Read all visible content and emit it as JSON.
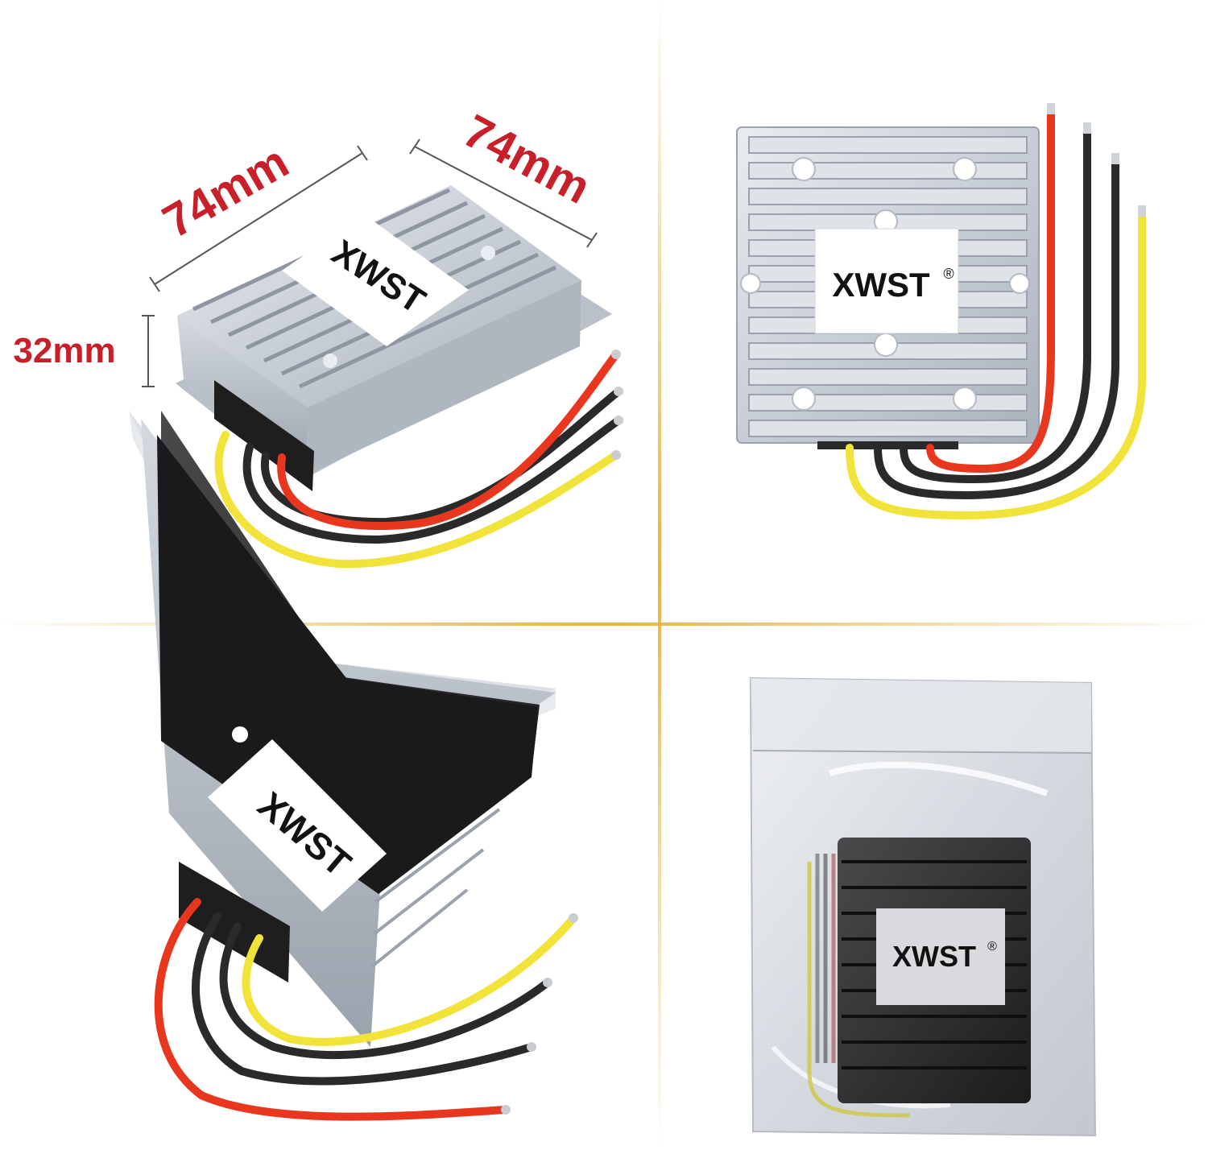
{
  "brand": {
    "label_text": "XWST",
    "registered_mark": "®"
  },
  "dimensions": {
    "length": "74mm",
    "width": "74mm",
    "height": "32mm"
  },
  "panels": [
    {
      "view": "angled view with dimensions",
      "finish": "silver aluminium"
    },
    {
      "view": "top view",
      "finish": "silver aluminium"
    },
    {
      "view": "bottom view",
      "finish": "black potted base"
    },
    {
      "view": "packaged in bag",
      "finish": "black aluminium"
    }
  ],
  "colors": {
    "divider": "#e8b341",
    "dimension_text": "#c8202a",
    "aluminium": "#c9ced6",
    "aluminium_dark": "#9aa2ad",
    "wire_red": "#e8361f",
    "wire_black": "#2a2a2a",
    "wire_yellow": "#f2e33a"
  }
}
